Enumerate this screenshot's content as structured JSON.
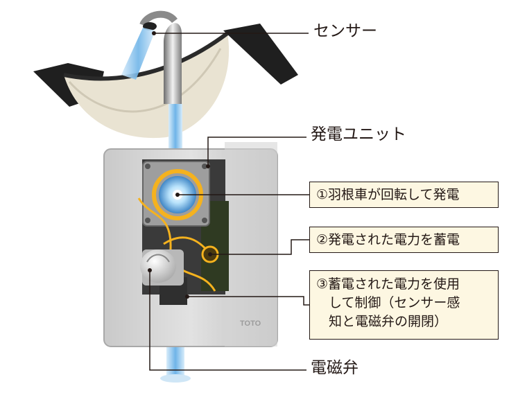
{
  "labels": {
    "sensor": "センサー",
    "generator_unit": "発電ユニット",
    "solenoid_valve": "電磁弁"
  },
  "steps": {
    "step1": "①羽根車が回転して発電",
    "step2": "②発電された電力を蓄電",
    "step3_line1": "③蓄電された電力を使用",
    "step3_line2": "して制御（センサー感",
    "step3_line3": "知と電磁弁の開閉）"
  },
  "brand_mark": "TOTO",
  "colors": {
    "callout_fill": "#fdf7e2",
    "line": "#231815",
    "wire": "#f5b21e",
    "water": "#8ec8ee"
  }
}
